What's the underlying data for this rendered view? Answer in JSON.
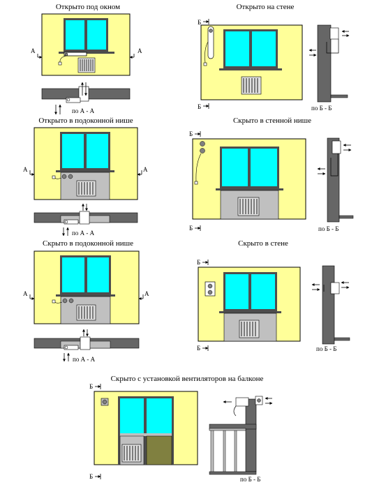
{
  "panels": {
    "p1": {
      "title": "Открыто под окном",
      "section_label": "по А - А",
      "mark": "А"
    },
    "p2": {
      "title": "Открыто на стене",
      "section_label": "по Б - Б",
      "mark": "Б"
    },
    "p3": {
      "title": "Открыто в подоконной нише",
      "section_label": "по А - А",
      "mark": "А"
    },
    "p4": {
      "title": "Скрыто в стенной нише",
      "section_label": "по Б - Б",
      "mark": "Б"
    },
    "p5": {
      "title": "Скрыто в подоконной нише",
      "section_label": "по А - А",
      "mark": "А"
    },
    "p6": {
      "title": "Скрыто в стене",
      "section_label": "по Б - Б",
      "mark": "Б"
    },
    "p7": {
      "title": "Скрыто с установкой вентиляторов на балконе",
      "section_label": "по Б - Б",
      "mark": "Б"
    }
  },
  "colors": {
    "wall": "#ffff99",
    "glass": "#00ffff",
    "frame": "#4d4d4d",
    "section": "#666666",
    "niche": "#c0c0c0",
    "balcony_floor": "#808040"
  }
}
